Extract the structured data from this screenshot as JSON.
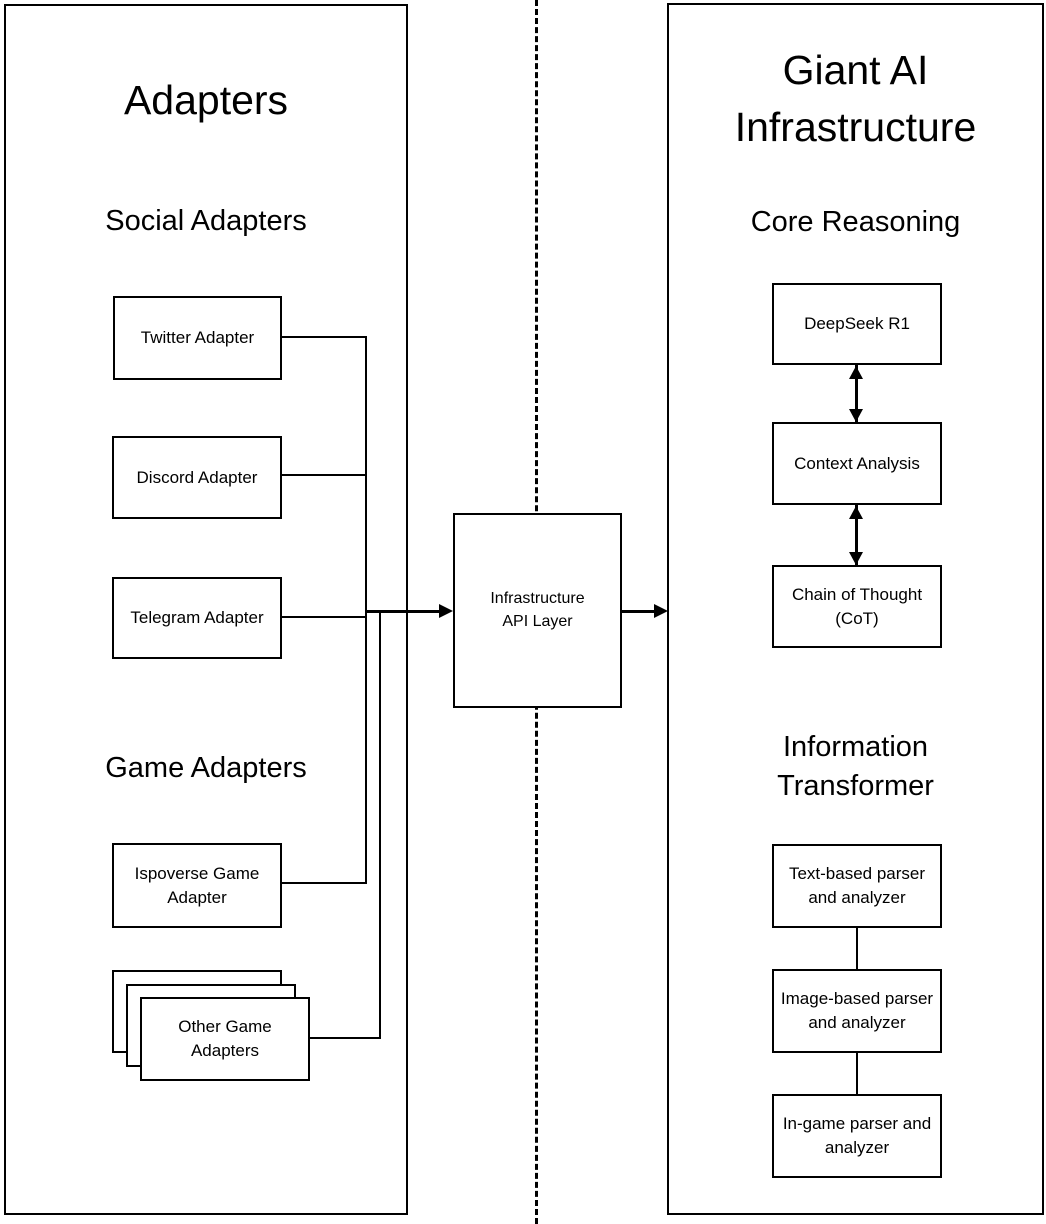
{
  "colors": {
    "ink": "#000000",
    "background": "#ffffff"
  },
  "left_panel": {
    "title": "Adapters",
    "social_heading": "Social Adapters",
    "game_heading": "Game Adapters",
    "nodes": {
      "twitter": "Twitter Adapter",
      "discord": "Discord Adapter",
      "telegram": "Telegram Adapter",
      "ispoverse": [
        "Ispoverse Game",
        "Adapter"
      ],
      "other_games": [
        "Other Game",
        "Adapters"
      ]
    }
  },
  "center": {
    "api_node": [
      "Infrastructure",
      "API Layer"
    ]
  },
  "right_panel": {
    "title": [
      "Giant AI",
      "Infrastructure"
    ],
    "core_heading": "Core Reasoning",
    "info_heading": [
      "Information",
      "Transformer"
    ],
    "nodes": {
      "deepseek": "DeepSeek R1",
      "context_analysis": "Context Analysis",
      "chain_of_thought": [
        "Chain of Thought",
        "(CoT)"
      ],
      "text_parser": [
        "Text-based parser",
        "and analyzer"
      ],
      "image_parser": [
        "Image-based parser",
        "and analyzer"
      ],
      "ingame_parser": [
        "In-game parser and",
        "analyzer"
      ]
    }
  }
}
